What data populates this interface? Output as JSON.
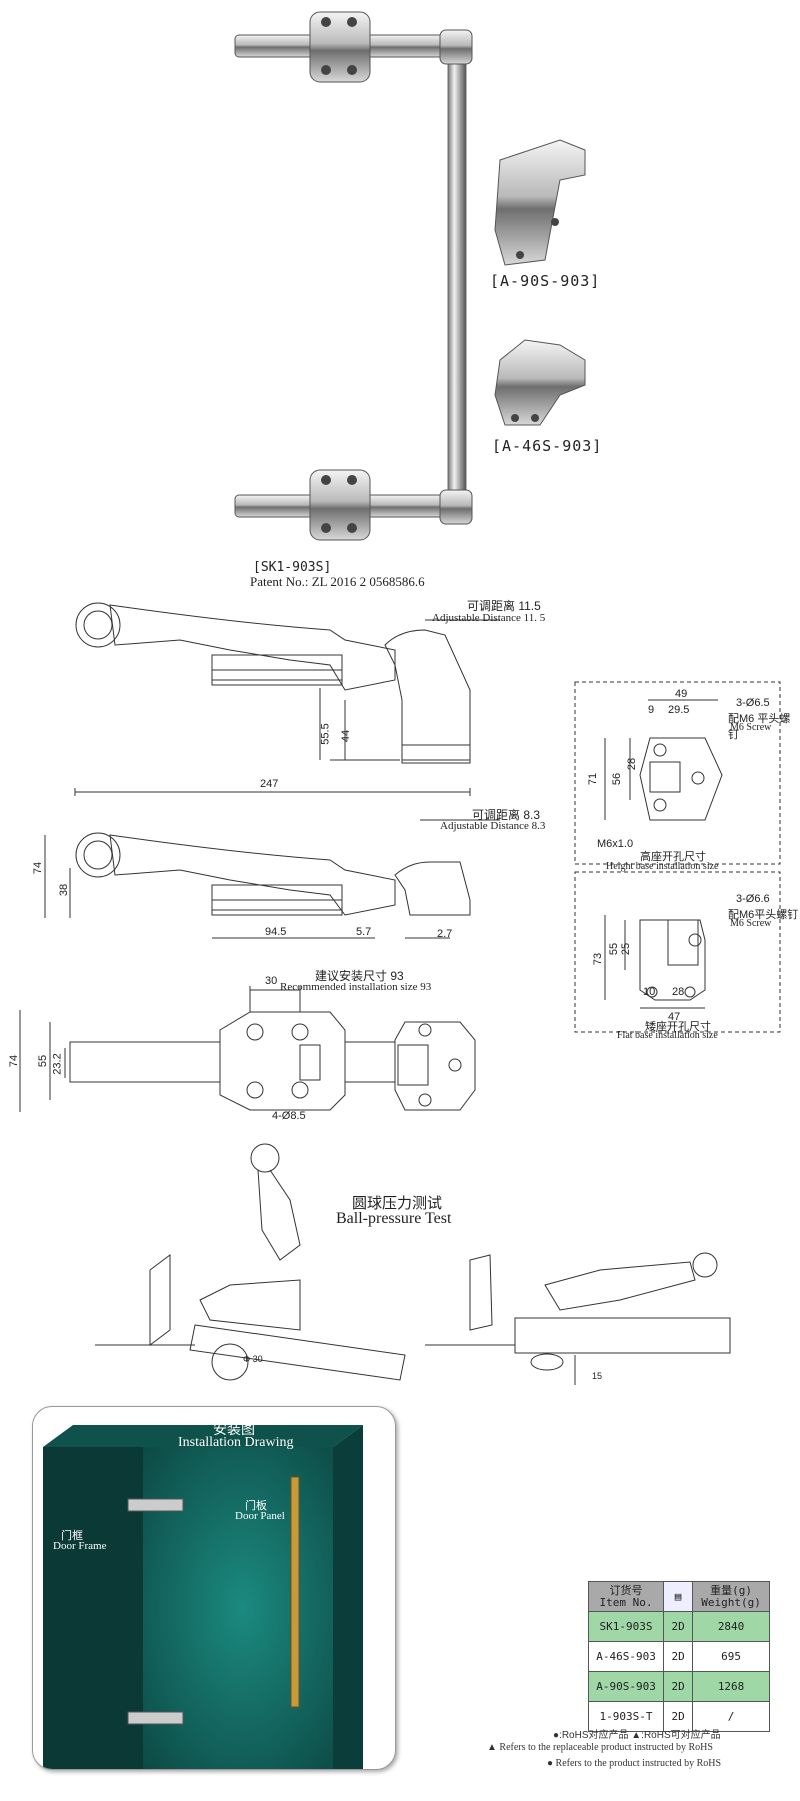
{
  "product": {
    "main_label": "[SK1-903S]",
    "patent": "Patent No.: ZL 2016 2 0568586.6",
    "variant_a": "[A-90S-903]",
    "variant_b": "[A-46S-903]"
  },
  "drawing1": {
    "adj_cn": "可调距离 11.5",
    "adj_en": "Adjustable Distance  11. 5",
    "d1": "55.5",
    "d2": "44"
  },
  "drawing2": {
    "adj_cn": "可调距离 8.3",
    "adj_en": "Adjustable Distance  8.3",
    "len": "247",
    "h74": "74",
    "h38": "38",
    "b1": "94.5",
    "b2": "5.7",
    "b3": "2.7"
  },
  "drawing3": {
    "rec_cn": "建议安装尺寸 93",
    "rec_en": "Recommended installation size  93",
    "d30": "30",
    "h74": "74",
    "h55": "55",
    "h23": "23.2",
    "holes": "4-Ø8.5"
  },
  "side_high": {
    "w49": "49",
    "w9": "9",
    "w295": "29.5",
    "h71": "71",
    "h56": "56",
    "h28": "28",
    "screw_spec": "3-Ø6.5",
    "screw_cn": "配M6 平头螺钉",
    "screw_en": "M6 Screw",
    "thread": "M6x1.0",
    "cap_cn": "高座开孔尺寸",
    "cap_en": "Height base installation size"
  },
  "side_flat": {
    "h73": "73",
    "h55": "55",
    "h25": "25",
    "w10": "10",
    "w28": "28",
    "w47": "47",
    "screw_spec": "3-Ø6.6",
    "screw_cn": "配M6平头螺钉",
    "screw_en": "M6 Screw",
    "cap_cn": "矮座开孔尺寸",
    "cap_en": "Flat base installation size"
  },
  "ball_test": {
    "title_cn": "圆球压力测试",
    "title_en": "Ball-pressure Test",
    "d30": "Φ 30",
    "d15": "15"
  },
  "install": {
    "title_cn": "安装图",
    "title_en": "Installation Drawing",
    "frame_cn": "门框",
    "frame_en": "Door Frame",
    "panel_cn": "门板",
    "panel_en": "Door Panel"
  },
  "table": {
    "headers": [
      {
        "cn": "订货号",
        "en": "Item No."
      },
      {
        "cn": "",
        "en": ""
      },
      {
        "cn": "重量(g)",
        "en": "Weight(g)"
      }
    ],
    "rows": [
      {
        "item": "SK1-903S",
        "type": "2D",
        "weight": "2840",
        "green": true
      },
      {
        "item": "A-46S-903",
        "type": "2D",
        "weight": "695",
        "green": false
      },
      {
        "item": "A-90S-903",
        "type": "2D",
        "weight": "1268",
        "green": true
      },
      {
        "item": "1-903S-T",
        "type": "2D",
        "weight": "/",
        "green": false
      }
    ],
    "legend_line1": "●:RoHS对应产品  ▲:RoHS可对应产品",
    "legend_line2": "▲ Refers to the replaceable product instructed by RoHS",
    "legend_line3": "● Refers to the product instructed by RoHS"
  },
  "colors": {
    "green_row": "#9fd7a7",
    "header_gray": "#a9a9a9",
    "cabinet_dark": "#0d4a45",
    "cabinet_light": "#1b8a80"
  }
}
